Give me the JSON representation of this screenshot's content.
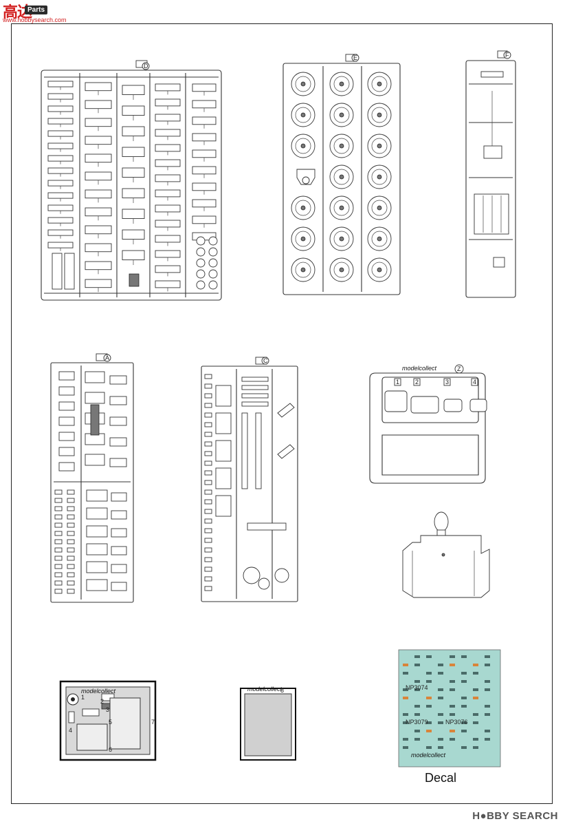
{
  "watermark": {
    "site": "高达",
    "tag": "Parts",
    "url": "www.hobbysearch.com"
  },
  "footer": {
    "hobby_search_brand": "H●BBY SEARCH"
  },
  "sprues": {
    "d": {
      "letter": "D"
    },
    "e": {
      "letter": "E"
    },
    "f": {
      "letter": "F"
    },
    "a": {
      "letter": "A"
    },
    "c": {
      "letter": "C"
    },
    "z": {
      "letter": "Z",
      "brand": "modelcollect",
      "windows": [
        "1",
        "2",
        "3",
        "4"
      ]
    }
  },
  "photo_etch": {
    "large": {
      "brand": "modelcollect",
      "numbers": [
        "1",
        "2",
        "3",
        "4",
        "5",
        "6",
        "7"
      ]
    },
    "small": {
      "brand": "modelcollect",
      "number": "8"
    }
  },
  "decal": {
    "caption": "Decal",
    "brand": "modelcollect",
    "sheet_text": [
      "NP3074",
      "NP3079",
      "NP3076"
    ]
  },
  "colors": {
    "decal_sheet": "#a8d8d0",
    "watermark_red": "#d21f1f",
    "line": "#333333"
  }
}
